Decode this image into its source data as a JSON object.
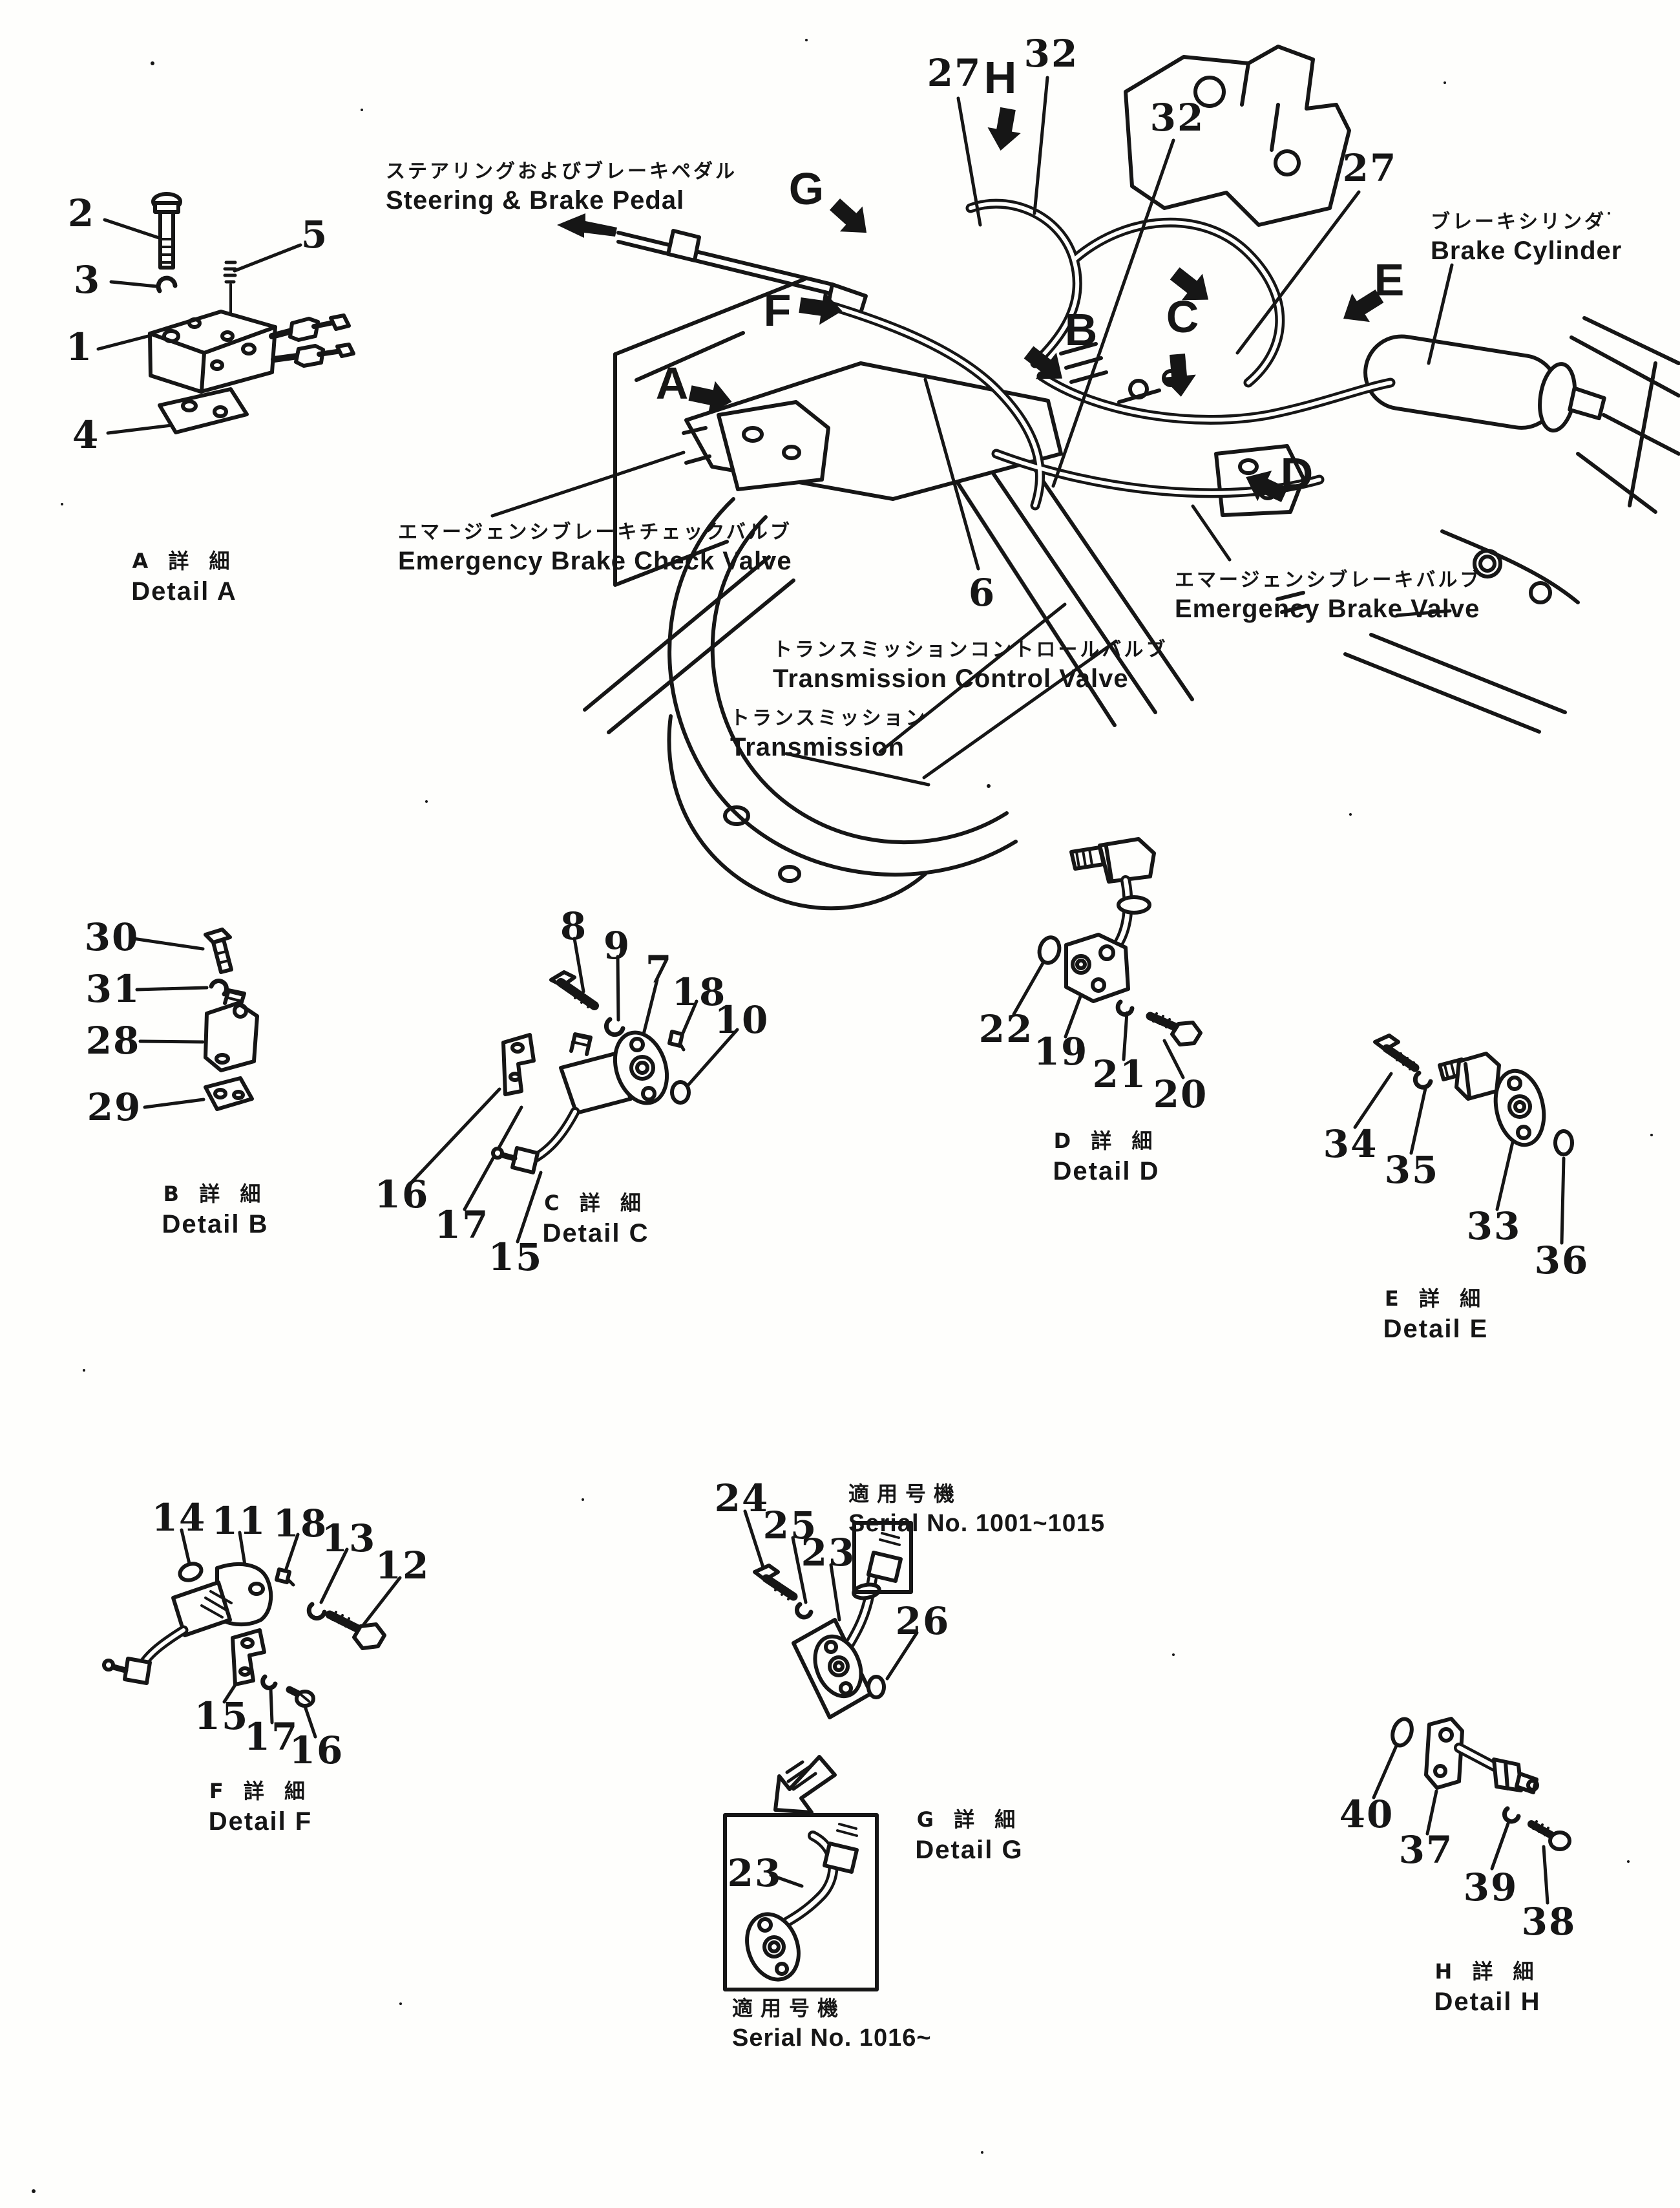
{
  "overview": {
    "labels": {
      "steering_pedal": {
        "jp": "ステアリングおよびブレーキペダル",
        "en": "Steering & Brake Pedal"
      },
      "brake_cylinder": {
        "jp": "ブレーキシリンダ",
        "en": "Brake Cylinder"
      },
      "emergency_brake_check_valve": {
        "jp": "エマージェンシブレーキチェックバルブ",
        "en": "Emergency Brake Check Valve"
      },
      "emergency_brake_valve": {
        "jp": "エマージェンシブレーキバルブ",
        "en": "Emergency Brake Valve"
      },
      "transmission_control_valve": {
        "jp": "トランスミッションコントロールバルブ",
        "en": "Transmission Control Valve"
      },
      "transmission": {
        "jp": "トランスミッション",
        "en": "Transmission"
      }
    },
    "letters": {
      "a": "A",
      "b": "B",
      "c": "C",
      "d": "D",
      "e": "E",
      "f": "F",
      "g": "G",
      "h": "H"
    },
    "numbers": {
      "n27_top": "27",
      "n32_top": "32",
      "n32_right": "32",
      "n27_right": "27",
      "n6": "6"
    }
  },
  "details": {
    "a": {
      "title_jp": "A 詳 細",
      "title_en": "Detail A",
      "parts": {
        "n1": "1",
        "n2": "2",
        "n3": "3",
        "n4": "4",
        "n5": "5"
      }
    },
    "b": {
      "title_jp": "B 詳 細",
      "title_en": "Detail B",
      "parts": {
        "n30": "30",
        "n31": "31",
        "n28": "28",
        "n29": "29"
      }
    },
    "c": {
      "title_jp": "C 詳 細",
      "title_en": "Detail C",
      "parts": {
        "n8": "8",
        "n9": "9",
        "n7": "7",
        "n18": "18",
        "n10": "10",
        "n16": "16",
        "n17": "17",
        "n15": "15"
      }
    },
    "d": {
      "title_jp": "D 詳 細",
      "title_en": "Detail D",
      "parts": {
        "n22": "22",
        "n19": "19",
        "n21": "21",
        "n20": "20"
      }
    },
    "e": {
      "title_jp": "E 詳 細",
      "title_en": "Detail E",
      "parts": {
        "n34": "34",
        "n35": "35",
        "n33": "33",
        "n36": "36"
      }
    },
    "f": {
      "title_jp": "F 詳 細",
      "title_en": "Detail F",
      "parts": {
        "n14": "14",
        "n11": "11",
        "n18": "18",
        "n13": "13",
        "n12": "12",
        "n15": "15",
        "n17": "17",
        "n16": "16"
      }
    },
    "g": {
      "title_jp": "G 詳 細",
      "title_en": "Detail G",
      "parts": {
        "n24": "24",
        "n25": "25",
        "n23": "23",
        "n26": "26",
        "n23_late": "23"
      }
    },
    "h": {
      "title_jp": "H 詳 細",
      "title_en": "Detail H",
      "parts": {
        "n40": "40",
        "n37": "37",
        "n39": "39",
        "n38": "38"
      }
    }
  },
  "serials": {
    "early": {
      "jp": "適用号機",
      "en": "Serial No. 1001~1015"
    },
    "late": {
      "jp": "適用号機",
      "en": "Serial No. 1016~"
    }
  }
}
